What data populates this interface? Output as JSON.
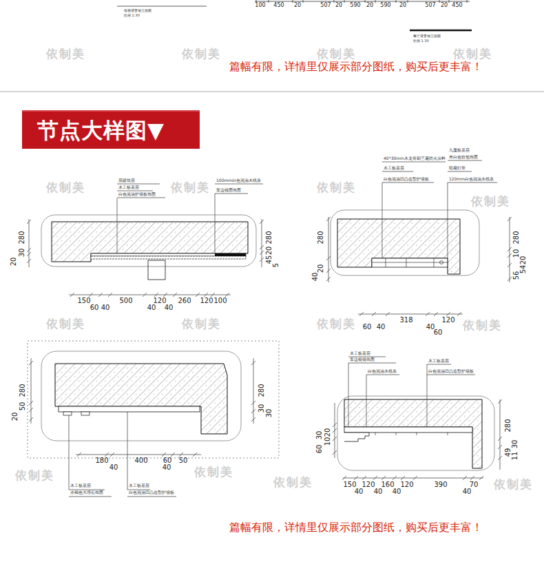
{
  "diagram": {
    "nodes": [
      {
        "text": [
          "节点大样图▼"
        ]
      }
    ],
    "labels": [
      "100",
      "450",
      "20",
      "507",
      "20",
      "590",
      "20",
      "590",
      "20",
      "507",
      "20",
      "450",
      "电视背景墙立面图",
      "比例 1:30",
      "餐厅背景墙立面图",
      "比例 1:30",
      "篇幅有限，详情里仅展示部分图纸，购买后更丰富！",
      "篇幅有限，详情里仅展示部分图纸，购买后更丰富！",
      "依制美",
      "依制美",
      "依制美",
      "依制美",
      "依制美",
      "依制美",
      "依制美",
      "依制美",
      "依制美",
      "依制美",
      "依制美",
      "依制美",
      "依制美",
      "依制美",
      "依制美",
      "依制美",
      "层建筑层",
      "木工板基层",
      "白色混油护墙板饰面",
      "100mm白色混油木线条",
      "车边镜面饰面",
      "150",
      "500",
      "120",
      "260",
      "120",
      "100",
      "60",
      "40",
      "40",
      "40",
      "280",
      "30",
      "20",
      "280",
      "20",
      "45",
      "5",
      "40*30mm木龙骨刷三遍防火涂料",
      "木工板基层",
      "白色混油凹凸造型护墙板",
      "九厘板基层",
      "米白色软包饰面",
      "暗藏灯带",
      "120mm白色混油木线条",
      "60",
      "40",
      "318",
      "40",
      "120",
      "60",
      "280",
      "20",
      "40",
      "280",
      "10",
      "20",
      "56",
      "54",
      "280",
      "50",
      "20",
      "280",
      "30",
      "30",
      "180",
      "400",
      "60",
      "50",
      "40",
      "40",
      "木工板基层",
      "赤褐色大理石饰面",
      "木工板基层",
      "白色混油凹凸造型护墙板",
      "木工板基层",
      "车边银镜饰面",
      "白色混油木线条",
      "木工板基层",
      "白色混油凹凸造型护墙板",
      "150",
      "120",
      "160",
      "120",
      "390",
      "70",
      "40",
      "40",
      "40",
      "40",
      "20",
      "10",
      "30",
      "60",
      "280",
      "49",
      "11",
      "30"
    ]
  }
}
